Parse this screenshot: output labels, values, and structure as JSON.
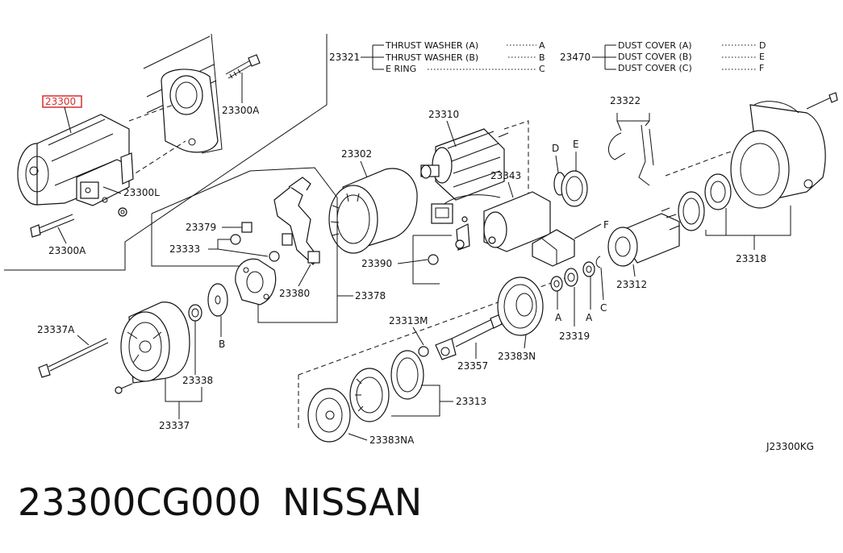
{
  "diagram": {
    "code": "J23300KG",
    "labels": {
      "l23300": "23300",
      "l23300A_top": "23300A",
      "l23300A_bottom": "23300A",
      "l23300L": "23300L",
      "l23321": "23321",
      "l23470": "23470",
      "l23310": "23310",
      "l23302": "23302",
      "l23343": "23343",
      "l23322": "23322",
      "l23379": "23379",
      "l23333": "23333",
      "l23380": "23380",
      "l23378": "23378",
      "l23390": "23390",
      "l23312": "23312",
      "l23318": "23318",
      "l23337A": "23337A",
      "l23338": "23338",
      "l23337": "23337",
      "l23313M": "23313M",
      "l23357": "23357",
      "l23383N": "23383N",
      "l23319": "23319",
      "l23313": "23313",
      "l23383NA": "23383NA",
      "lD": "D",
      "lE": "E",
      "lF": "F",
      "lA1": "A",
      "lA2": "A",
      "lC": "C",
      "lB": "B"
    },
    "legend_23321": [
      {
        "name": "THRUST WASHER (A)",
        "ref": "A"
      },
      {
        "name": "THRUST WASHER (B)",
        "ref": "B"
      },
      {
        "name": "E RING",
        "ref": "C"
      }
    ],
    "legend_23470": [
      {
        "name": "DUST COVER (A)",
        "ref": "D"
      },
      {
        "name": "DUST COVER (B)",
        "ref": "E"
      },
      {
        "name": "DUST COVER (C)",
        "ref": "F"
      }
    ],
    "highlight_color": "#d32f2f"
  },
  "footer": {
    "part_number": "23300CG000",
    "brand": "NISSAN"
  }
}
